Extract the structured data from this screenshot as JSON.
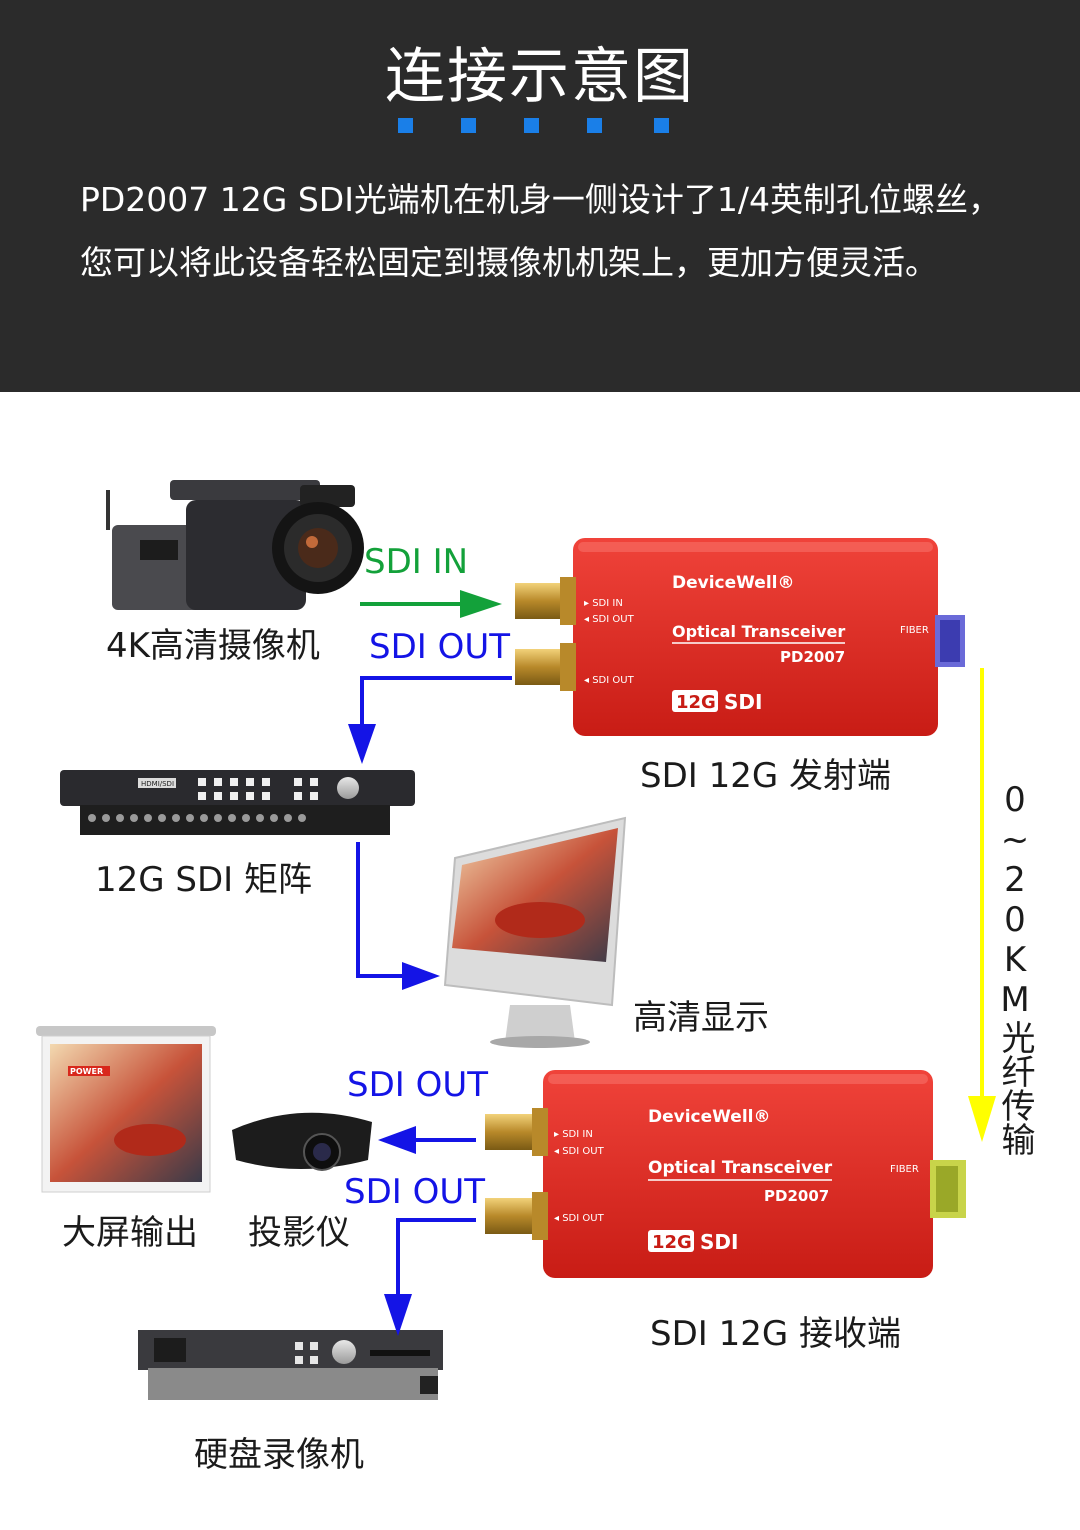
{
  "header": {
    "title": "连接示意图",
    "description": "PD2007 12G SDI光端机在机身一侧设计了1/4英制孔位螺丝，您可以将此设备轻松固定到摄像机机架上，更加方便灵活。",
    "accent_color": "#1a7fe8",
    "background_color": "#2b2b2b"
  },
  "diagram": {
    "labels": {
      "camera": "4K高清摄像机",
      "matrix": "12G SDI 矩阵",
      "monitor": "高清显示",
      "transmitter": "SDI 12G 发射端",
      "receiver": "SDI 12G 接收端",
      "fiber": "0~20KM光纤传输",
      "big_screen": "大屏输出",
      "projector": "投影仪",
      "recorder": "硬盘录像机"
    },
    "signals": {
      "sdi_in": "SDI IN",
      "sdi_out_tx": "SDI OUT",
      "sdi_out_rx_top": "SDI OUT",
      "sdi_out_rx_bottom": "SDI OUT"
    },
    "device": {
      "brand": "DeviceWell®",
      "product": "Optical Transceiver",
      "model": "PD2007",
      "badge_12g": "12G",
      "badge_sdi": "SDI",
      "port_in": "▸ SDI IN",
      "port_out": "◂ SDI OUT",
      "port_out2": "◂ SDI OUT",
      "fiber": "FIBER"
    },
    "colors": {
      "device_red": "#e02a22",
      "arrow_blue": "#1414e6",
      "arrow_green": "#13a13a",
      "arrow_yellow": "#ffff00"
    },
    "matrix_badge": "HDMI/SDI",
    "screen_badge": "POWER"
  }
}
